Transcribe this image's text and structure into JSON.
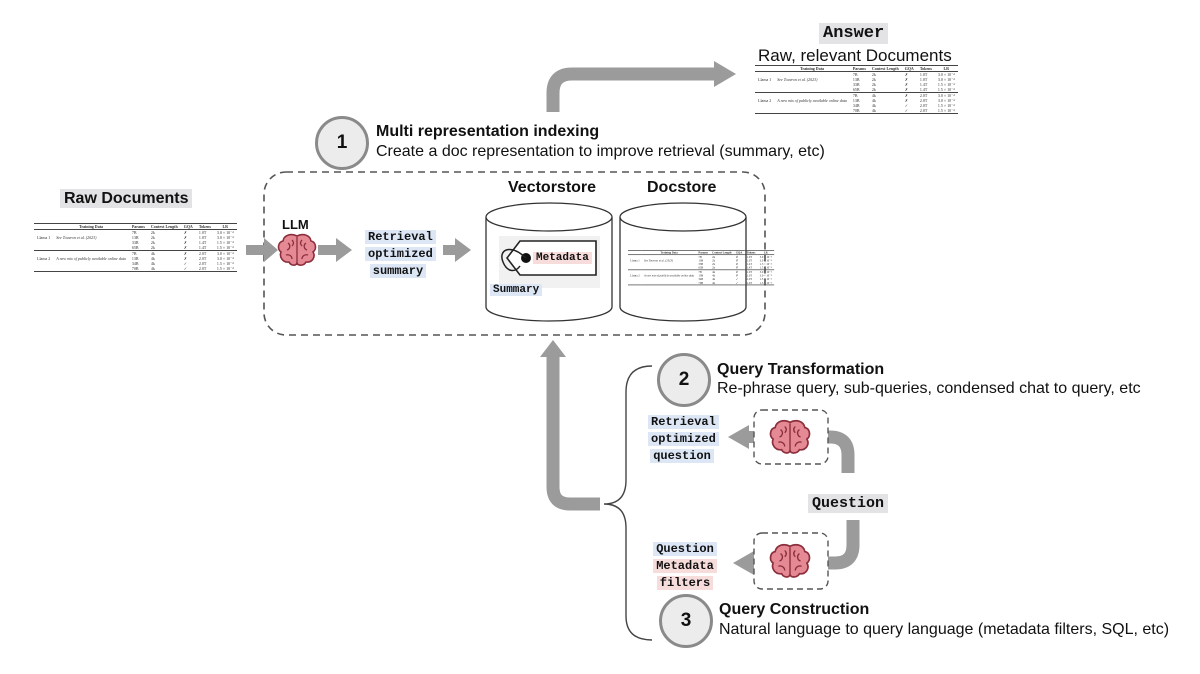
{
  "answer": {
    "label": "Answer",
    "subtitle": "Raw, relevant Documents"
  },
  "raw_docs": {
    "label": "Raw Documents"
  },
  "step1": {
    "number": "1",
    "title": "Multi representation indexing",
    "desc": "Create a doc representation to improve retrieval (summary, etc)"
  },
  "step2": {
    "number": "2",
    "title": "Query Transformation",
    "desc": "Re-phrase query, sub-queries, condensed chat to query, etc"
  },
  "step3": {
    "number": "3",
    "title": "Query Construction",
    "desc": "Natural language to query language (metadata filters, SQL, etc)"
  },
  "llm_label": "LLM",
  "retrieval_summary": [
    "Retrieval",
    "optimized",
    "summary"
  ],
  "vectorstore": {
    "label": "Vectorstore",
    "metadata": "Metadata",
    "summary": "Summary"
  },
  "docstore": {
    "label": "Docstore"
  },
  "retrieval_question": [
    "Retrieval",
    "optimized",
    "question"
  ],
  "question_label": "Question",
  "question_filters": [
    "Question",
    "Metadata",
    "filters"
  ],
  "colors": {
    "arrow": "#9b9b9b",
    "highlight_blue": "#dce6f5",
    "highlight_red": "#f7dcdc",
    "brain": "#e58a95"
  },
  "table": {
    "headers": [
      "Training Data",
      "Params",
      "Context Length",
      "GQA",
      "Tokens",
      "LR"
    ],
    "groups": [
      {
        "model": "Llama 1",
        "data": "See Touvron et al. (2023)",
        "rows": [
          [
            "7B",
            "2k",
            "✗",
            "1.0T",
            "3.0 × 10⁻⁴"
          ],
          [
            "13B",
            "2k",
            "✗",
            "1.0T",
            "3.0 × 10⁻⁴"
          ],
          [
            "33B",
            "2k",
            "✗",
            "1.4T",
            "1.5 × 10⁻⁴"
          ],
          [
            "65B",
            "2k",
            "✗",
            "1.4T",
            "1.5 × 10⁻⁴"
          ]
        ]
      },
      {
        "model": "Llama 2",
        "data": "A new mix of publicly available online data",
        "rows": [
          [
            "7B",
            "4k",
            "✗",
            "2.0T",
            "3.0 × 10⁻⁴"
          ],
          [
            "13B",
            "4k",
            "✗",
            "2.0T",
            "3.0 × 10⁻⁴"
          ],
          [
            "34B",
            "4k",
            "✓",
            "2.0T",
            "1.5 × 10⁻⁴"
          ],
          [
            "70B",
            "4k",
            "✓",
            "2.0T",
            "1.5 × 10⁻⁴"
          ]
        ]
      }
    ]
  }
}
